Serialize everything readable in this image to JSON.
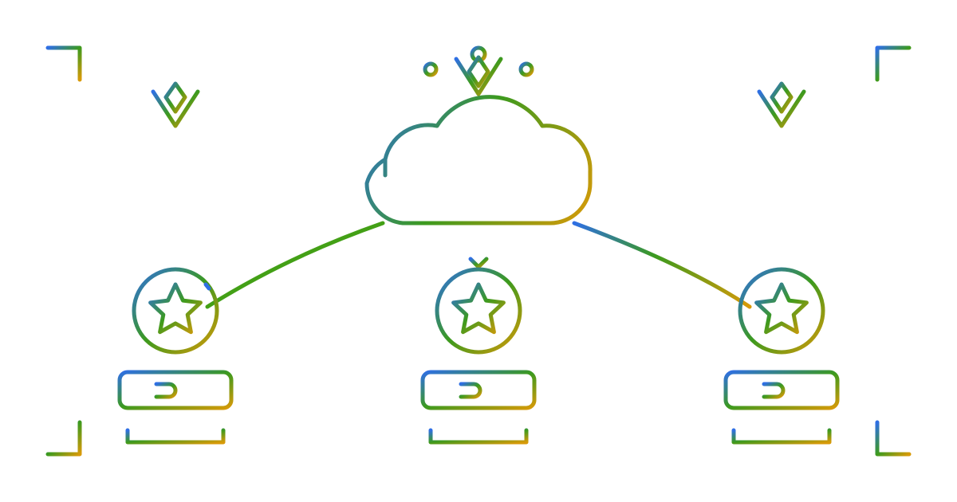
{
  "colors": {
    "gradient_start": "#2f6fe4",
    "gradient_mid": "#3c9a1e",
    "gradient_end": "#d89a08",
    "connector": "#43a016",
    "background": "#ffffff"
  },
  "diagram": {
    "hub": {
      "icon": "cloud-icon",
      "decoration": "crown-sparkle-icon"
    },
    "nodes": [
      {
        "id": "left",
        "icon": "star-icon",
        "pill_glyph": "plug-icon",
        "has_top_chevron": false
      },
      {
        "id": "center",
        "icon": "star-icon",
        "pill_glyph": "link-arc-icon",
        "has_top_chevron": true
      },
      {
        "id": "right",
        "icon": "star-icon",
        "pill_glyph": "link-arc-icon",
        "has_top_chevron": false
      }
    ],
    "connections": [
      {
        "from": "hub",
        "to": "left"
      },
      {
        "from": "hub",
        "to": "right"
      }
    ],
    "decorations": [
      "left-diamond-icon",
      "right-diamond-icon",
      "corner-brackets"
    ]
  }
}
